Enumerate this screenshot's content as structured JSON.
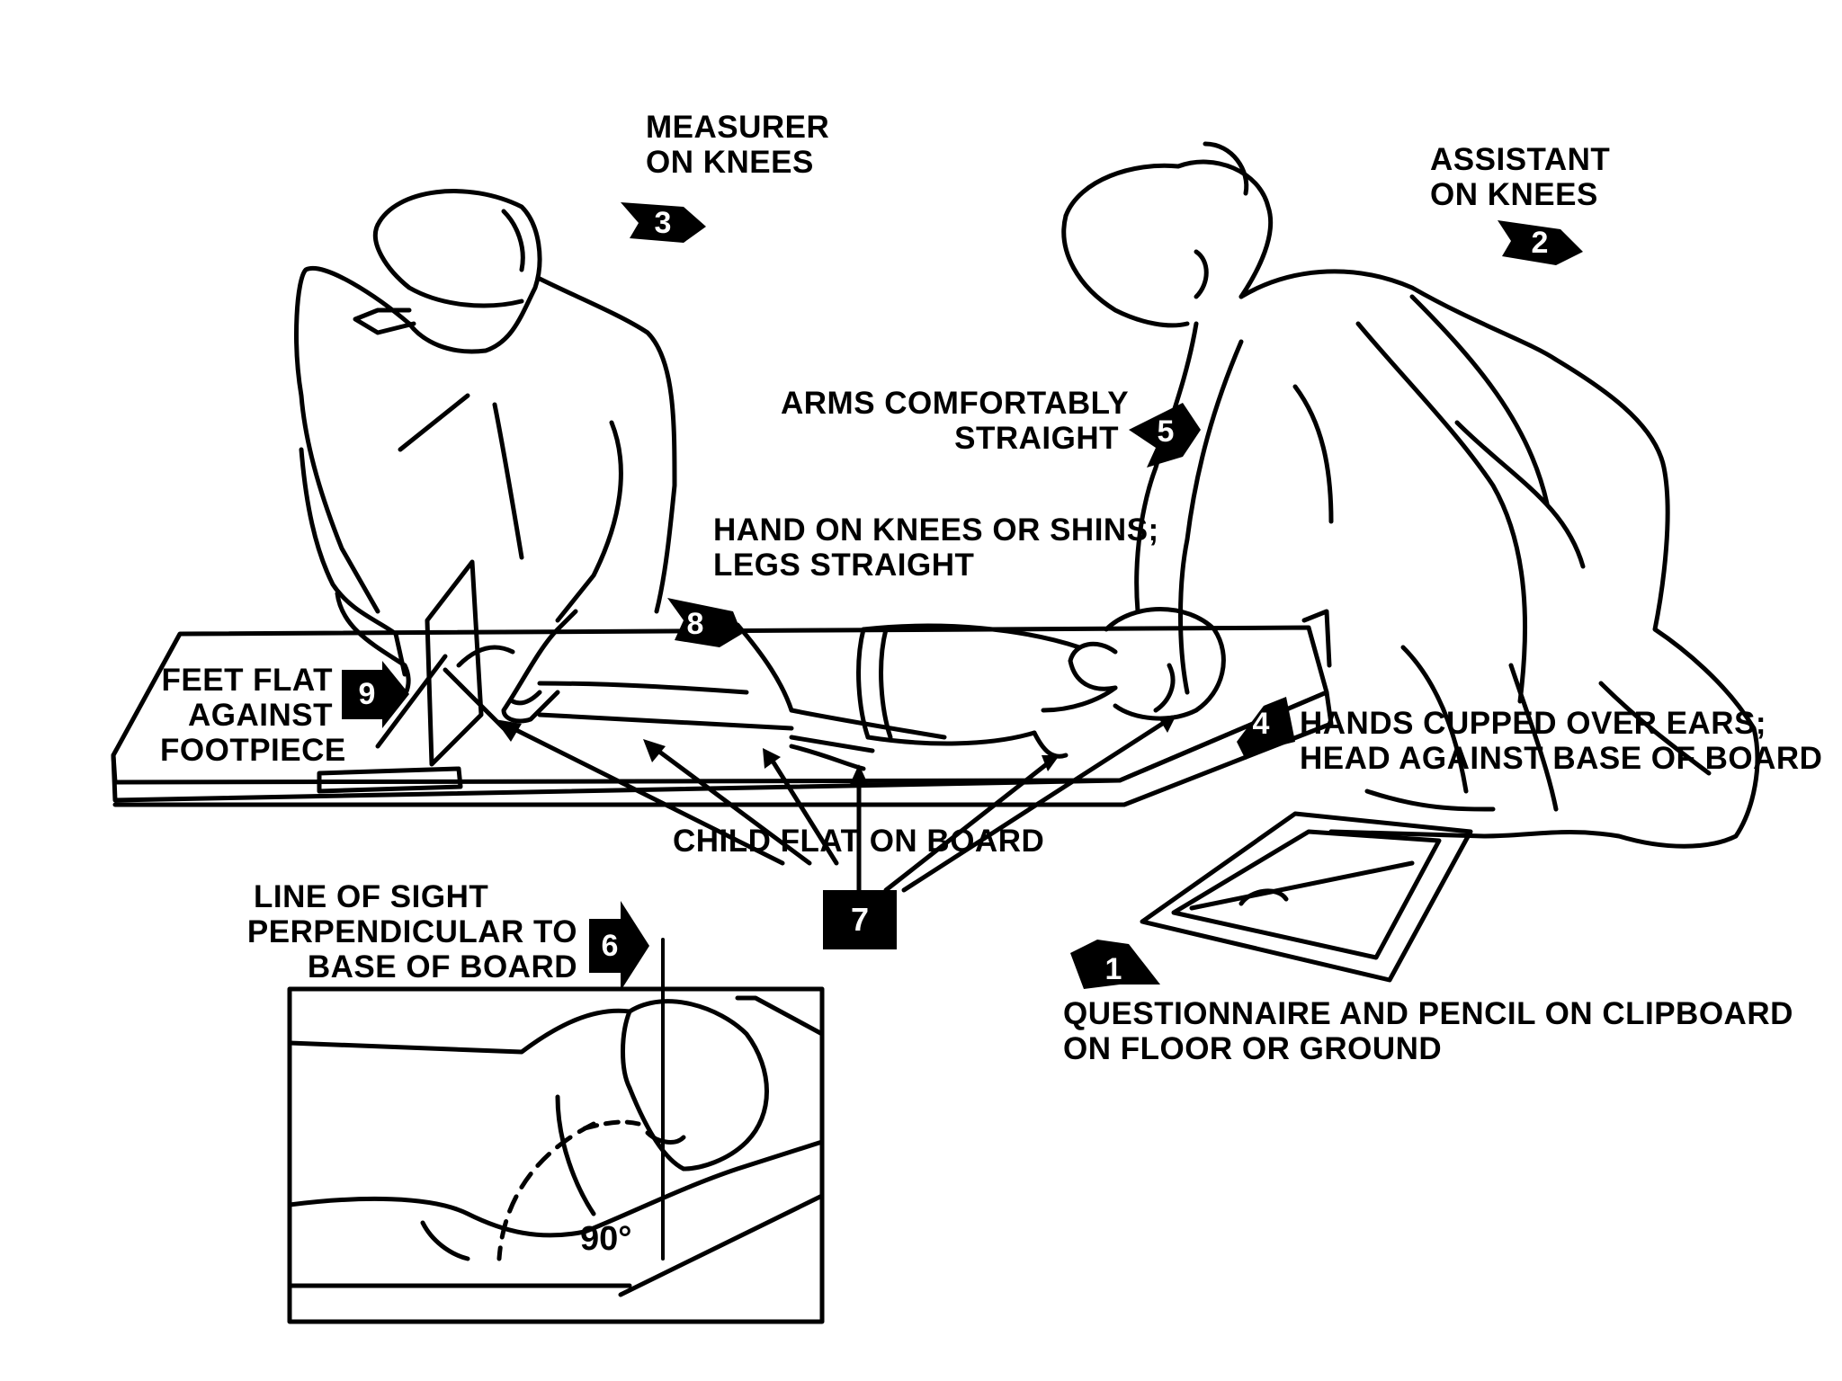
{
  "labels": {
    "l1": {
      "number": "1",
      "text": [
        "QUESTIONNAIRE AND PENCIL ON CLIPBOARD",
        "ON FLOOR OR GROUND"
      ]
    },
    "l2": {
      "number": "2",
      "text": [
        "ASSISTANT",
        "ON KNEES"
      ]
    },
    "l3": {
      "number": "3",
      "text": [
        "MEASURER",
        "ON KNEES"
      ]
    },
    "l4": {
      "number": "4",
      "text": [
        "HANDS CUPPED OVER EARS;",
        "HEAD AGAINST BASE OF BOARD"
      ]
    },
    "l5": {
      "number": "5",
      "text": [
        "ARMS COMFORTABLY",
        "STRAIGHT"
      ]
    },
    "l6": {
      "number": "6",
      "text": [
        "LINE OF SIGHT",
        "PERPENDICULAR TO",
        "BASE OF BOARD"
      ]
    },
    "l7": {
      "number": "7",
      "text": [
        "CHILD FLAT ON BOARD"
      ]
    },
    "l8": {
      "number": "8",
      "text": [
        "HAND ON KNEES OR SHINS;",
        "LEGS STRAIGHT"
      ]
    },
    "l9": {
      "number": "9",
      "text": [
        "FEET FLAT",
        "AGAINST",
        "FOOTPIECE"
      ]
    }
  },
  "inset": {
    "angle_label": "90°"
  },
  "colors": {
    "ink": "#000000",
    "paper": "#ffffff"
  }
}
